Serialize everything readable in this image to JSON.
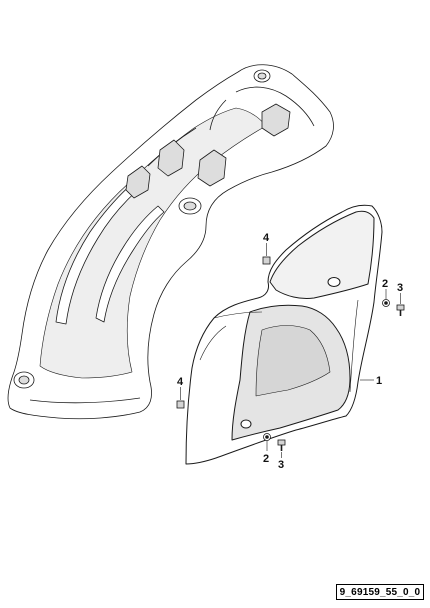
{
  "diagram": {
    "drawing_id": "9_69159_55_0_0",
    "callouts": {
      "part_1": "1",
      "part_2_upper": "2",
      "part_3_upper": "3",
      "part_4_upper": "4",
      "part_4_lower": "4",
      "part_2_lower": "2",
      "part_3_lower": "3"
    },
    "colors": {
      "line": "#1a1a1a",
      "shade": "#e6e6e6",
      "shade_dark": "#d4d4d4",
      "paper": "#ffffff"
    }
  }
}
